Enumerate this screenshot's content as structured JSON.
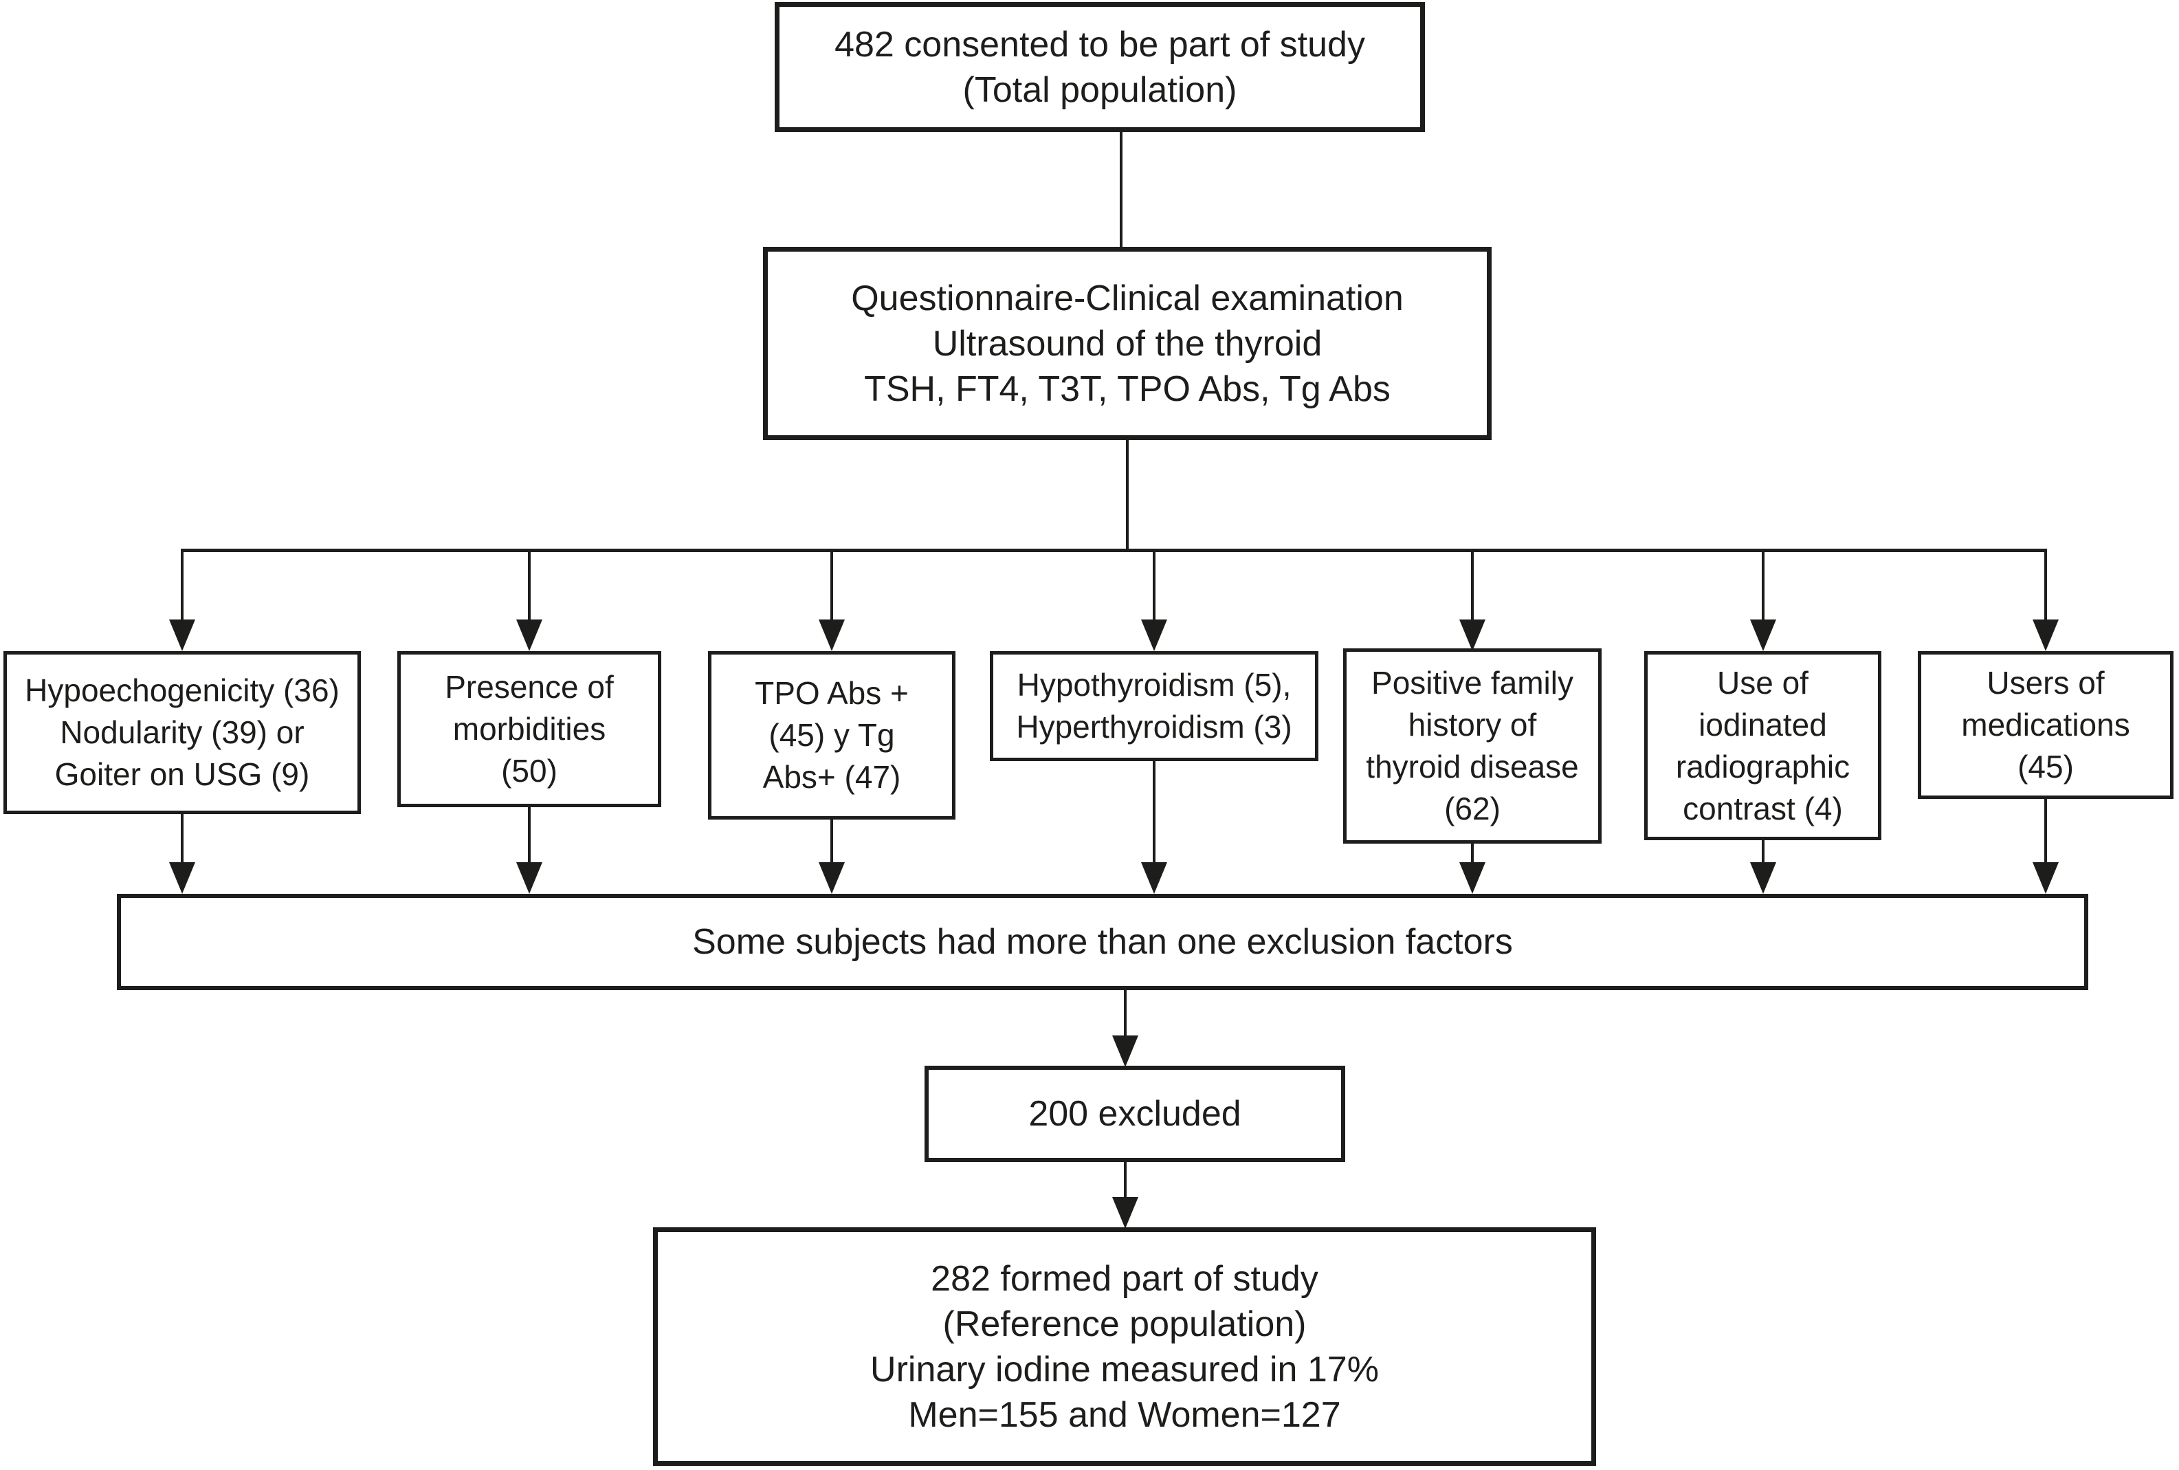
{
  "figure": {
    "background_color": "#ffffff",
    "ink_color": "#1d1d1b"
  },
  "flow": {
    "total_box": "482 consented to be part of study\n(Total population)",
    "exam_box": "Questionnaire-Clinical examination\nUltrasound of the thyroid\nTSH, FT4, T3T, TPO Abs, Tg Abs",
    "exclusions": [
      {
        "label": "Hypoechogenicity (36)\nNodularity (39) or\nGoiter on USG (9)"
      },
      {
        "label": "Presence of\nmorbidities\n(50)"
      },
      {
        "label": "TPO Abs +\n(45) y Tg\nAbs+ (47)"
      },
      {
        "label": "Hypothyroidism (5),\nHyperthyroidism (3)"
      },
      {
        "label": "Positive family\nhistory of\nthyroid disease\n(62)"
      },
      {
        "label": "Use of\niodinated\nradiographic\ncontrast (4)"
      },
      {
        "label": "Users of\nmedications\n(45)"
      }
    ],
    "overlap_box": "Some subjects had more than one exclusion factors",
    "excluded_box": "200 excluded",
    "final_box": "282 formed part of study\n(Reference population)\nUrinary iodine measured in 17%\nMen=155 and Women=127"
  }
}
